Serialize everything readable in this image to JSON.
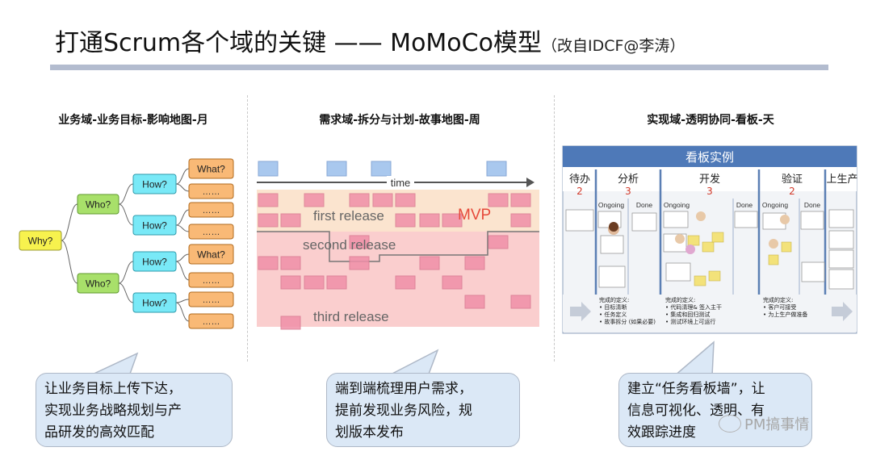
{
  "slide": {
    "title": "打通Scrum各个域的关键 —— MoMoCo模型",
    "title_sub": "（改自IDCF@李涛）"
  },
  "columns": [
    {
      "heading": "业务域-业务目标-影响地图-月",
      "bubble": [
        "让业务目标上传下达，",
        "实现业务战略规划与产",
        "品研发的高效匹配"
      ]
    },
    {
      "heading": "需求域-拆分与计划-故事地图-周",
      "bubble": [
        "端到端梳理用户需求，",
        "提前发现业务风险，规",
        "划版本发布"
      ]
    },
    {
      "heading": "实现域-透明协同-看板-天",
      "bubble": [
        "建立“任务看板墙”，让",
        "信息可视化、透明、有",
        "效跟踪进度"
      ]
    }
  ],
  "impact_map": {
    "root": "Why?",
    "who": [
      "Who?",
      "Who?"
    ],
    "how": [
      "How?",
      "How?",
      "How?",
      "How?"
    ],
    "leaves": [
      "What?",
      "……",
      "……",
      "……",
      "What?",
      "……",
      "……",
      "……"
    ]
  },
  "story_map": {
    "axis_label": "time",
    "mvp_label": "MVP",
    "releases": [
      "first release",
      "second release",
      "third release"
    ]
  },
  "kanban": {
    "title": "看板实例",
    "columns": [
      {
        "name": "待办",
        "wip": "2"
      },
      {
        "name": "分析",
        "wip": "3"
      },
      {
        "name": "开发",
        "wip": "3"
      },
      {
        "name": "验证",
        "wip": "2"
      },
      {
        "name": "上生产",
        "wip": ""
      }
    ],
    "subcols": [
      "Ongoing",
      "Done",
      "Ongoing",
      "Done",
      "Ongoing",
      "Done"
    ],
    "dod": [
      {
        "title": "完成的定义:",
        "items": [
          "• 目标清晰",
          "• 任务定义",
          "• 故事拆分 (如果必要)"
        ]
      },
      {
        "title": "完成的定义:",
        "items": [
          "• 代码清理& 签入主干",
          "• 集成和回归测试",
          "• 测试环境上可运行"
        ]
      },
      {
        "title": "完成的定义:",
        "items": [
          "• 客户可接受",
          "• 为上生产做准备"
        ]
      }
    ]
  },
  "watermark": "PM搞事情"
}
